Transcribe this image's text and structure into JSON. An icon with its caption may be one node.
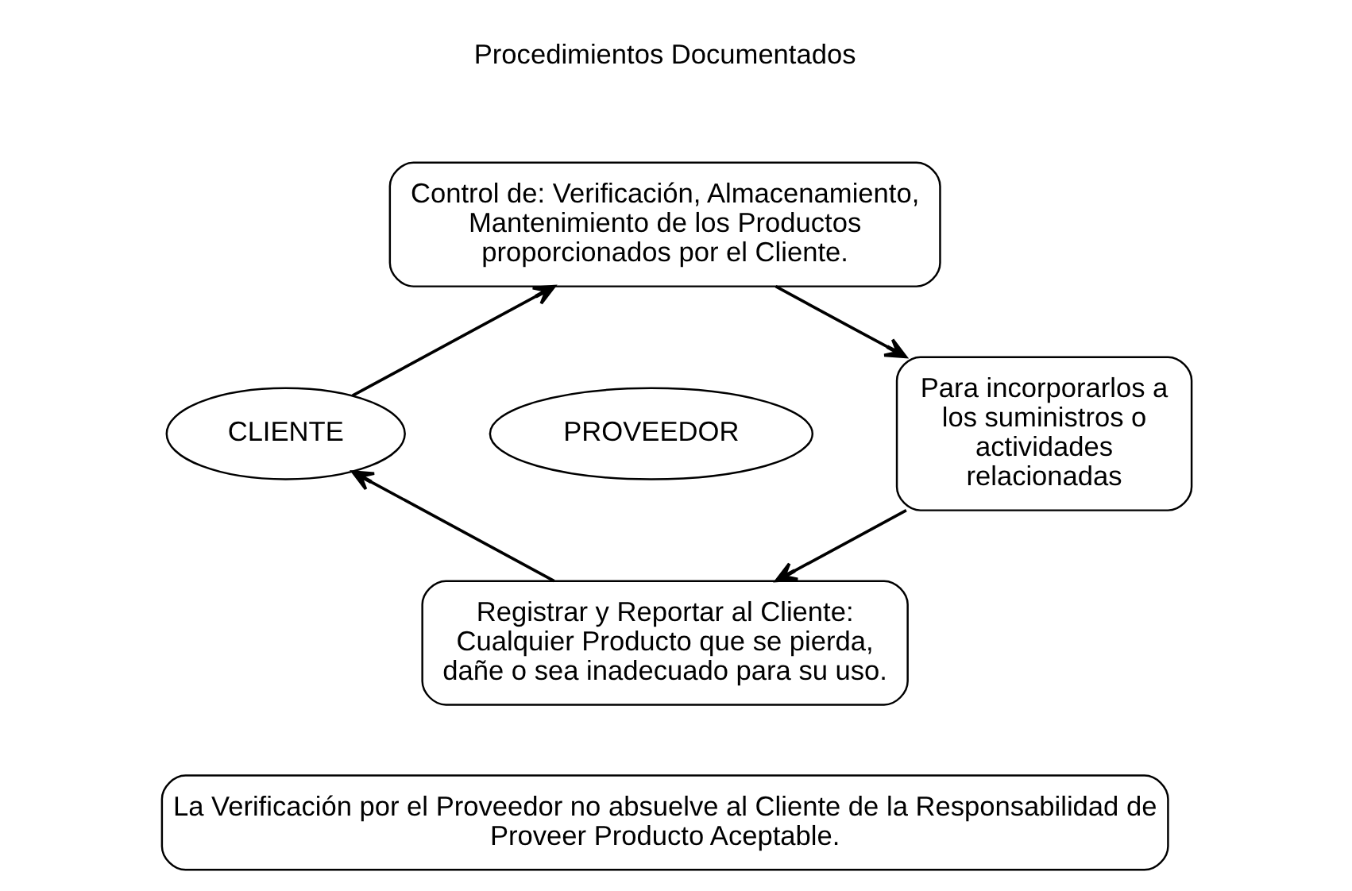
{
  "diagram": {
    "nodes": [
      {
        "text": [
          "Control de: Verificación, Almacenamiento, Mantenimiento de los Productos proporcionados por el Cliente."
        ],
        "beside": [
          "Procedimientos Documentados"
        ]
      },
      {
        "text": [
          "Para incorporarlos a los suministros o actividades relacionadas"
        ]
      },
      {
        "text": [
          "Registrar y Reportar al Cliente: Cualquier Producto que se pierda, dañe o sea inadecuado para su uso."
        ]
      },
      {
        "text": [
          "CLIENTE"
        ]
      },
      {
        "text": [
          "PROVEEDOR"
        ]
      },
      {
        "text": [
          "La Verificación por el Proveedor no absuelve al Cliente de la Responsabilidad de Proveer Producto Aceptable."
        ]
      }
    ],
    "edges": [
      {
        "from": 0,
        "to": 1,
        "arrow": "to"
      },
      {
        "from": 1,
        "to": 2,
        "arrow": "to"
      },
      {
        "from": 2,
        "to": 3,
        "arrow": "to"
      },
      {
        "from": 3,
        "to": 0,
        "arrow": "to"
      }
    ]
  }
}
